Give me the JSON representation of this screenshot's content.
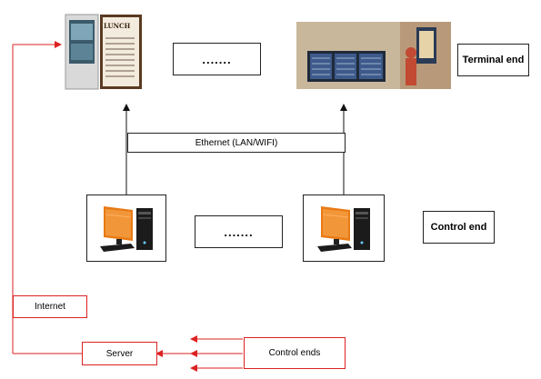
{
  "labels": {
    "terminal_end": "Terminal end",
    "control_end": "Control end",
    "ethernet": "Ethernet (LAN/WIFI)",
    "ellipsis_top": ".......",
    "ellipsis_mid": ".......",
    "internet": "Internet",
    "server": "Server",
    "control_ends": "Control ends"
  },
  "images": {
    "menu_board_title": "LUNCH"
  },
  "colors": {
    "red_line": "#dd2222",
    "black_line": "#111111",
    "pc_orange": "#e87a14",
    "pc_dark": "#1b1b1b"
  },
  "icons": [
    "menu-board-kiosk-image",
    "airport-display-image",
    "desktop-computer-icon"
  ]
}
